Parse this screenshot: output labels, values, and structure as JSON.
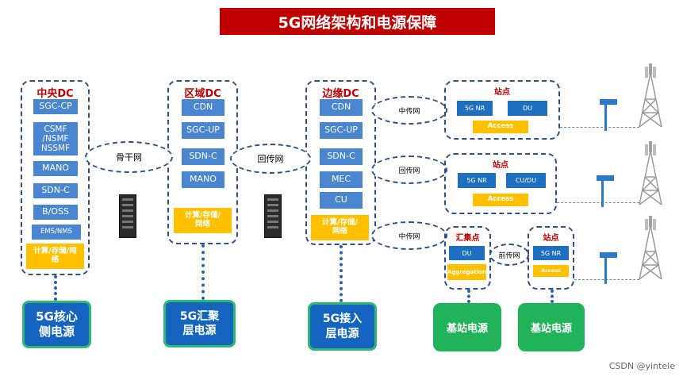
{
  "title": "5G网络架构和电源保障",
  "central_dc": {
    "title": "中央DC",
    "items": [
      "SGC-CP",
      "CSMF\n/NSMF\nNSSMF",
      "MANO",
      "SDN-C",
      "B/OSS",
      "EMS/NMS"
    ],
    "compute": "计算/存储/网络"
  },
  "regional_dc": {
    "title": "区域DC",
    "items": [
      "CDN",
      "SGC-UP",
      "SDN-C",
      "MANO"
    ],
    "compute": "计算/存储/\n网络"
  },
  "edge_dc": {
    "title": "边缘DC",
    "items": [
      "CDN",
      "SGC-UP",
      "SDN-C",
      "MEC",
      "CU"
    ],
    "compute": "计算/存储/\n网络"
  },
  "links": {
    "backbone": "骨干网",
    "backhaul": "回传网",
    "mid1": "中传网",
    "backhaul2": "回传网",
    "mid2": "中传网",
    "fronthaul": "前传网"
  },
  "sites": {
    "site1": {
      "title": "站点",
      "nr": "5G NR",
      "du": "DU",
      "access": "Access"
    },
    "site2": {
      "title": "站点",
      "nr": "5G NR",
      "cudu": "CU/DU",
      "access": "Access"
    },
    "aggregation": {
      "title": "汇集点",
      "du": "DU",
      "agg": "Aggregation"
    },
    "site3": {
      "title": "站点",
      "nr": "5G NR",
      "access": "Access"
    }
  },
  "power": {
    "core": "5G核心\n侧电源",
    "convergence": "5G汇聚\n层电源",
    "access": "5G接入\n层电源",
    "base1": "基站电源",
    "base2": "基站电源"
  },
  "colors": {
    "title_bg": "#c00000",
    "box": "#4a86d0",
    "yellow": "#ffc000",
    "green": "#21b35a",
    "border": "#2f4f8a"
  },
  "watermark": "CSDN @yintele"
}
